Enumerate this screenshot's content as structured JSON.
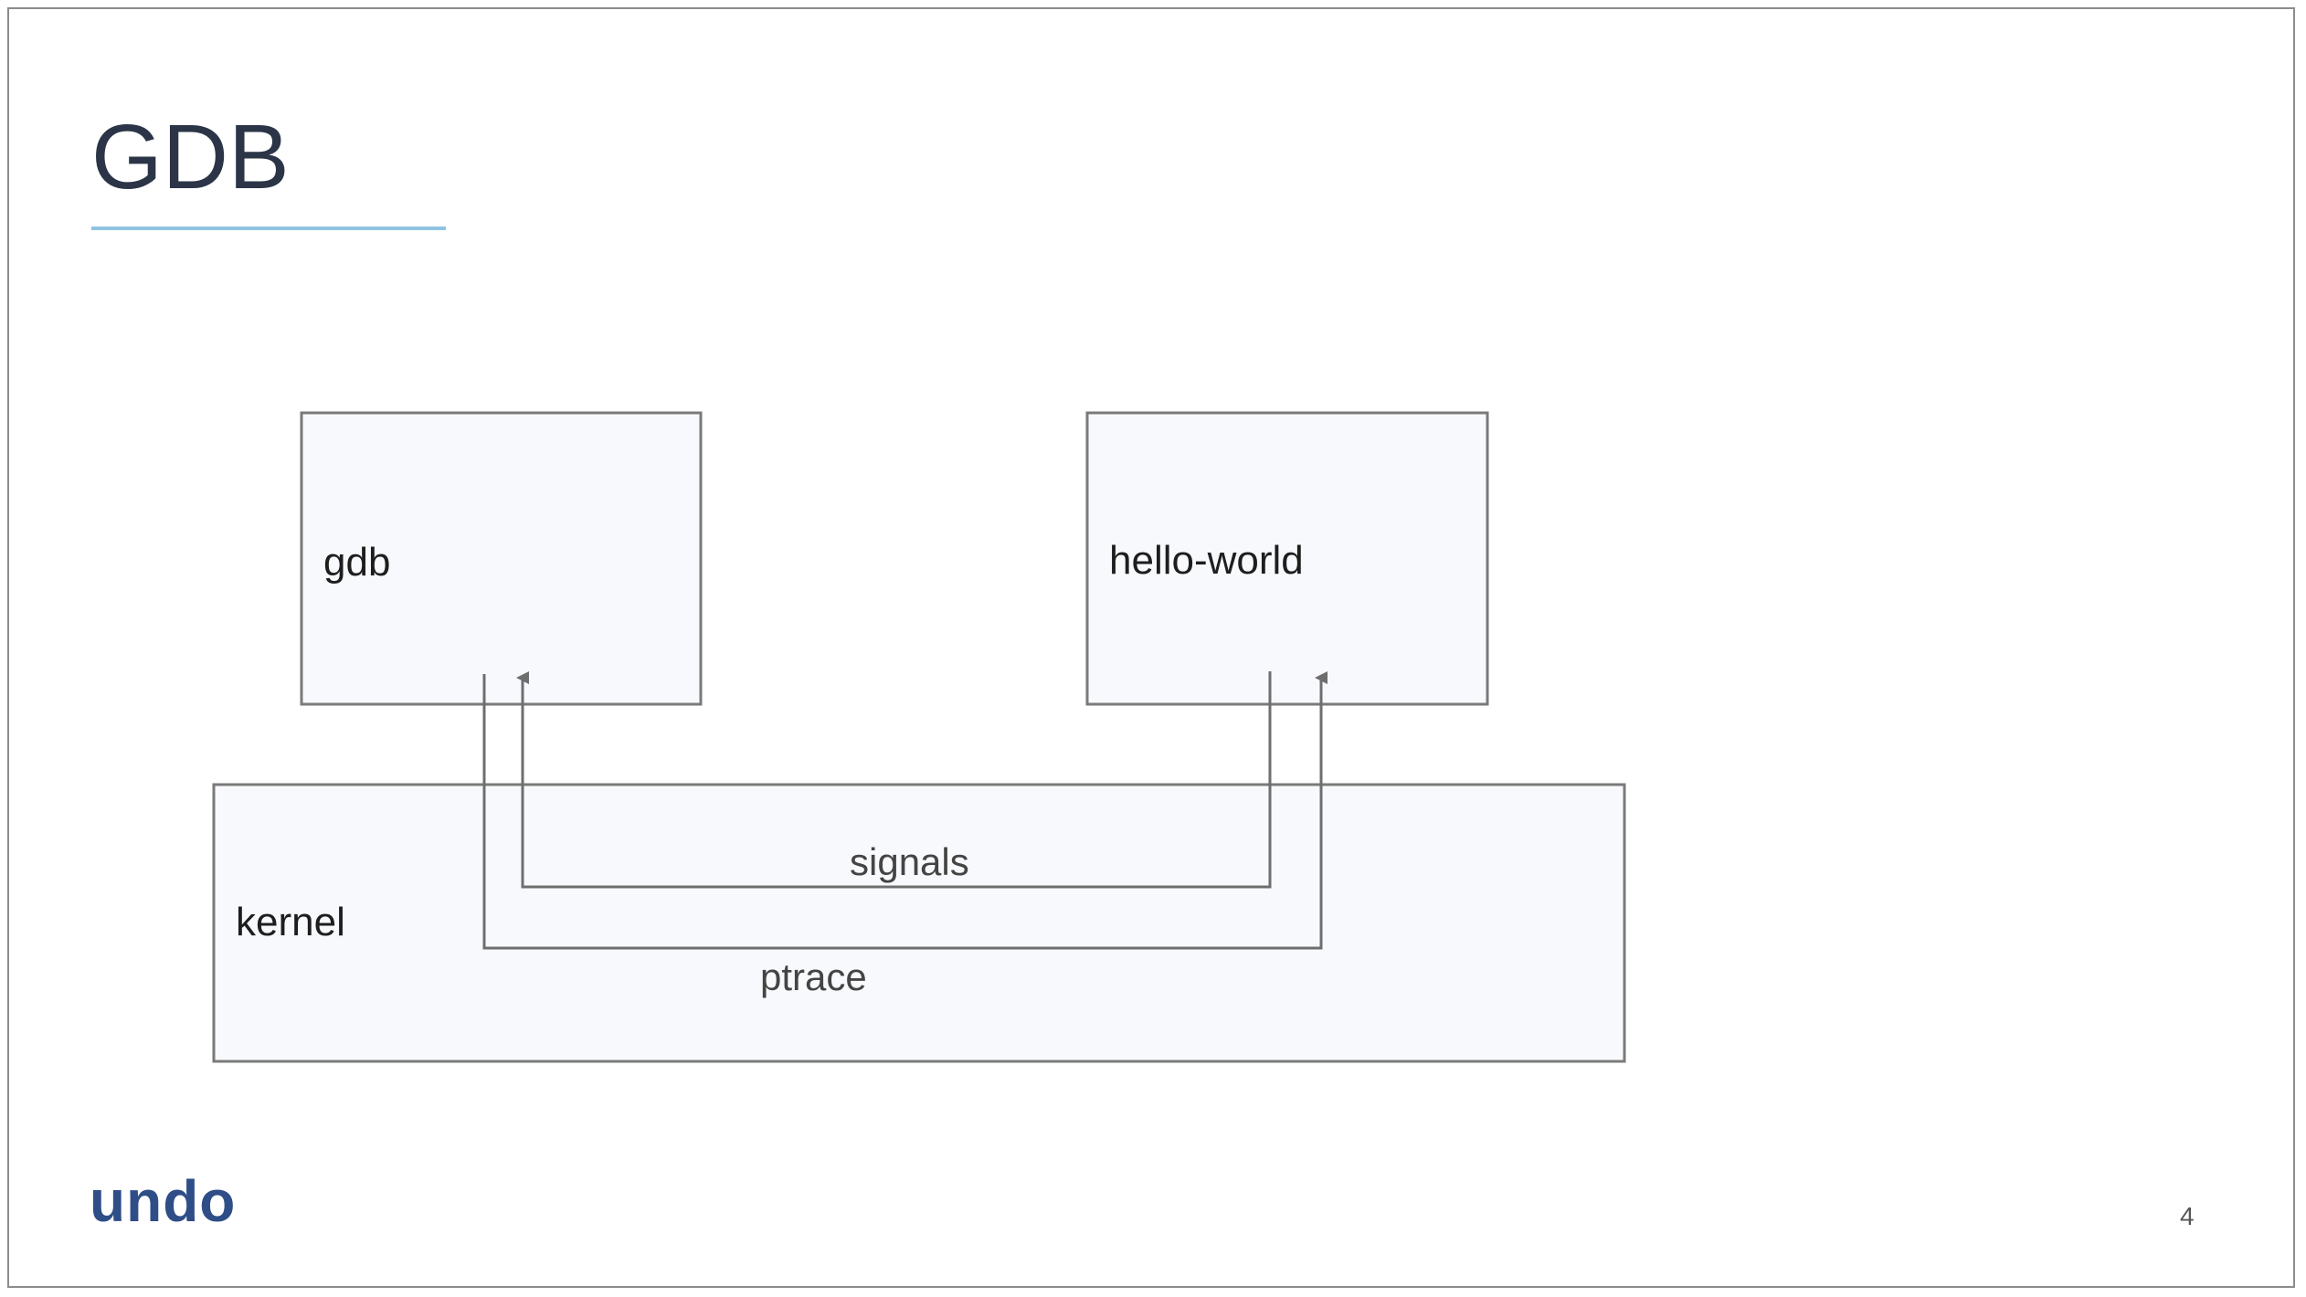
{
  "slide": {
    "title": "GDB",
    "page_number": "4",
    "logo_text": "undo"
  },
  "diagram": {
    "nodes": {
      "gdb": "gdb",
      "hello_world": "hello-world",
      "kernel": "kernel"
    },
    "connections": {
      "signals": "signals",
      "ptrace": "ptrace"
    }
  },
  "colors": {
    "title": "#2b3547",
    "title_rule": "#8fc3e3",
    "box_fill": "#f8f9fc",
    "box_stroke": "#7a7a7a",
    "logo": "#2f4e88",
    "logo_accent": "#5aa9dc"
  }
}
